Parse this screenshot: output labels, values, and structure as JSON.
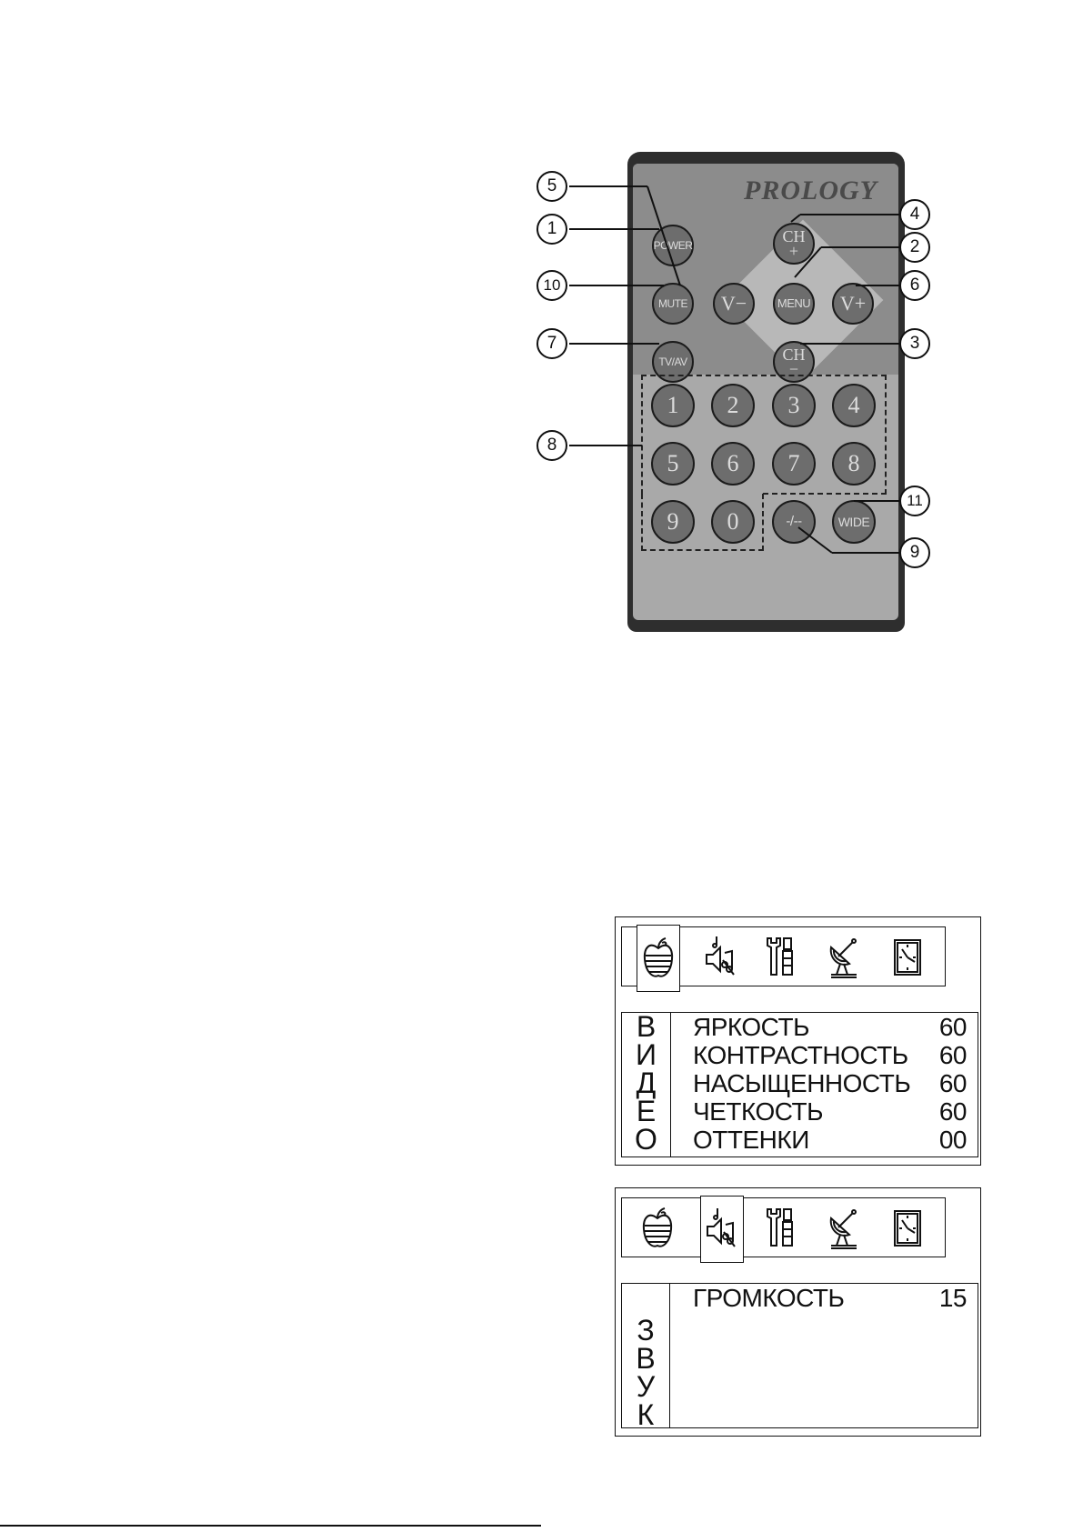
{
  "remote": {
    "brand": "PROLOGY",
    "buttons": {
      "power": "POWER",
      "mute": "MUTE",
      "tvav": "TV/AV",
      "vminus": "V−",
      "vplus": "V+",
      "menu": "MENU",
      "chplus_top": "CH",
      "chplus_bottom": "+",
      "chminus_top": "CH",
      "chminus_bottom": "−",
      "digits": [
        "1",
        "2",
        "3",
        "4",
        "5",
        "6",
        "7",
        "8",
        "9",
        "0"
      ],
      "dashdash": "-/--",
      "wide": "WIDE"
    },
    "callouts": [
      "1",
      "2",
      "3",
      "4",
      "5",
      "6",
      "7",
      "8",
      "9",
      "10",
      "11"
    ]
  },
  "menu_video": {
    "icons": [
      "picture-icon",
      "sound-icon",
      "tools-icon",
      "satellite-icon",
      "clock-icon"
    ],
    "selected_icon": "picture-icon",
    "vertical_title": [
      "В",
      "И",
      "Д",
      "Е",
      "О"
    ],
    "rows": [
      {
        "label": "ЯРКОСТЬ",
        "value": "60"
      },
      {
        "label": "КОНТРАСТНОСТЬ",
        "value": "60"
      },
      {
        "label": "НАСЫЩЕННОСТЬ",
        "value": "60"
      },
      {
        "label": "ЧЕТКОСТЬ",
        "value": "60"
      },
      {
        "label": "ОТТЕНКИ",
        "value": "00"
      }
    ]
  },
  "menu_sound": {
    "icons": [
      "picture-icon",
      "sound-icon",
      "tools-icon",
      "satellite-icon",
      "clock-icon"
    ],
    "selected_icon": "sound-icon",
    "vertical_title": [
      "З",
      "В",
      "У",
      "К"
    ],
    "rows": [
      {
        "label": "ГРОМКОСТЬ",
        "value": "15"
      }
    ]
  }
}
